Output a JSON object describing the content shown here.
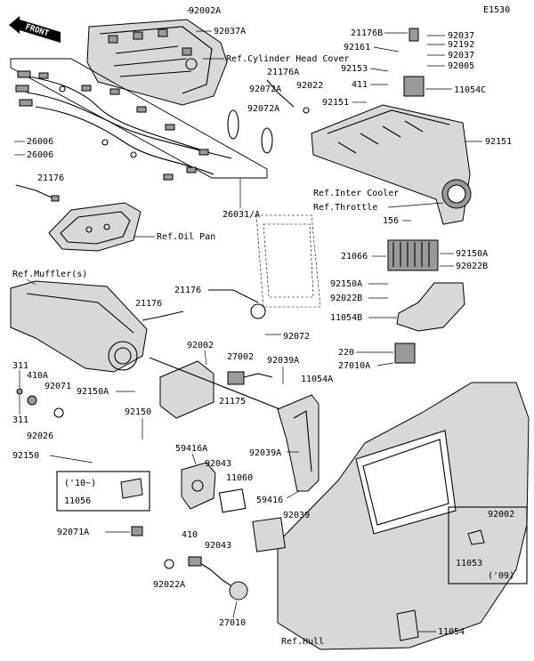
{
  "figure_code": "E1530",
  "front_arrow": "FRONT",
  "refs": {
    "cylinder_head_cover": "Ref.Cylinder Head Cover",
    "inter_cooler": "Ref.Inter Cooler",
    "throttle": "Ref.Throttle",
    "oil_pan": "Ref.Oil Pan",
    "muffler": "Ref.Muffler(s)",
    "hull": "Ref.Hull"
  },
  "parts": {
    "p92002A": "92002A",
    "p92037A": "92037A",
    "p21176B": "21176B",
    "p92161": "92161",
    "p92037_1": "92037",
    "p92192": "92192",
    "p92037_2": "92037",
    "p92153": "92153",
    "p92005": "92005",
    "p411": "411",
    "p11054C": "11054C",
    "p21176A": "21176A",
    "p92072A_1": "92072A",
    "p92022": "92022",
    "p92072A_2": "92072A",
    "p92151_1": "92151",
    "p92151_2": "92151",
    "p26006_1": "26006",
    "p26006_2": "26006",
    "p21176_1": "21176",
    "p26031A": "26031/A",
    "p156": "156",
    "p21066": "21066",
    "p92150A_1": "92150A",
    "p92022B_1": "92022B",
    "p92150A_2": "92150A",
    "p92022B_2": "92022B",
    "p21176_2": "21176",
    "p11054B": "11054B",
    "p21176_3": "21176",
    "p92072": "92072",
    "p220": "220",
    "p27010A": "27010A",
    "p311_1": "311",
    "p410A": "410A",
    "p92071": "92071",
    "p311_2": "311",
    "p92026": "92026",
    "p92150A_3": "92150A",
    "p92002_1": "92002",
    "p27002": "27002",
    "p92039A_1": "92039A",
    "p11054A": "11054A",
    "p21175": "21175",
    "p92150_1": "92150",
    "p59416A": "59416A",
    "p92043_1": "92043",
    "p11060": "11060",
    "p92039A_2": "92039A",
    "p92150_2": "92150",
    "p10": "('10~)",
    "p11056": "11056",
    "p59416": "59416",
    "p92071A": "92071A",
    "p92039": "92039",
    "p410": "410",
    "p92043_2": "92043",
    "p92022A": "92022A",
    "p27010": "27010",
    "p92002_2": "92002",
    "p11053": "11053",
    "p09": "('09)",
    "p11054": "11054"
  }
}
